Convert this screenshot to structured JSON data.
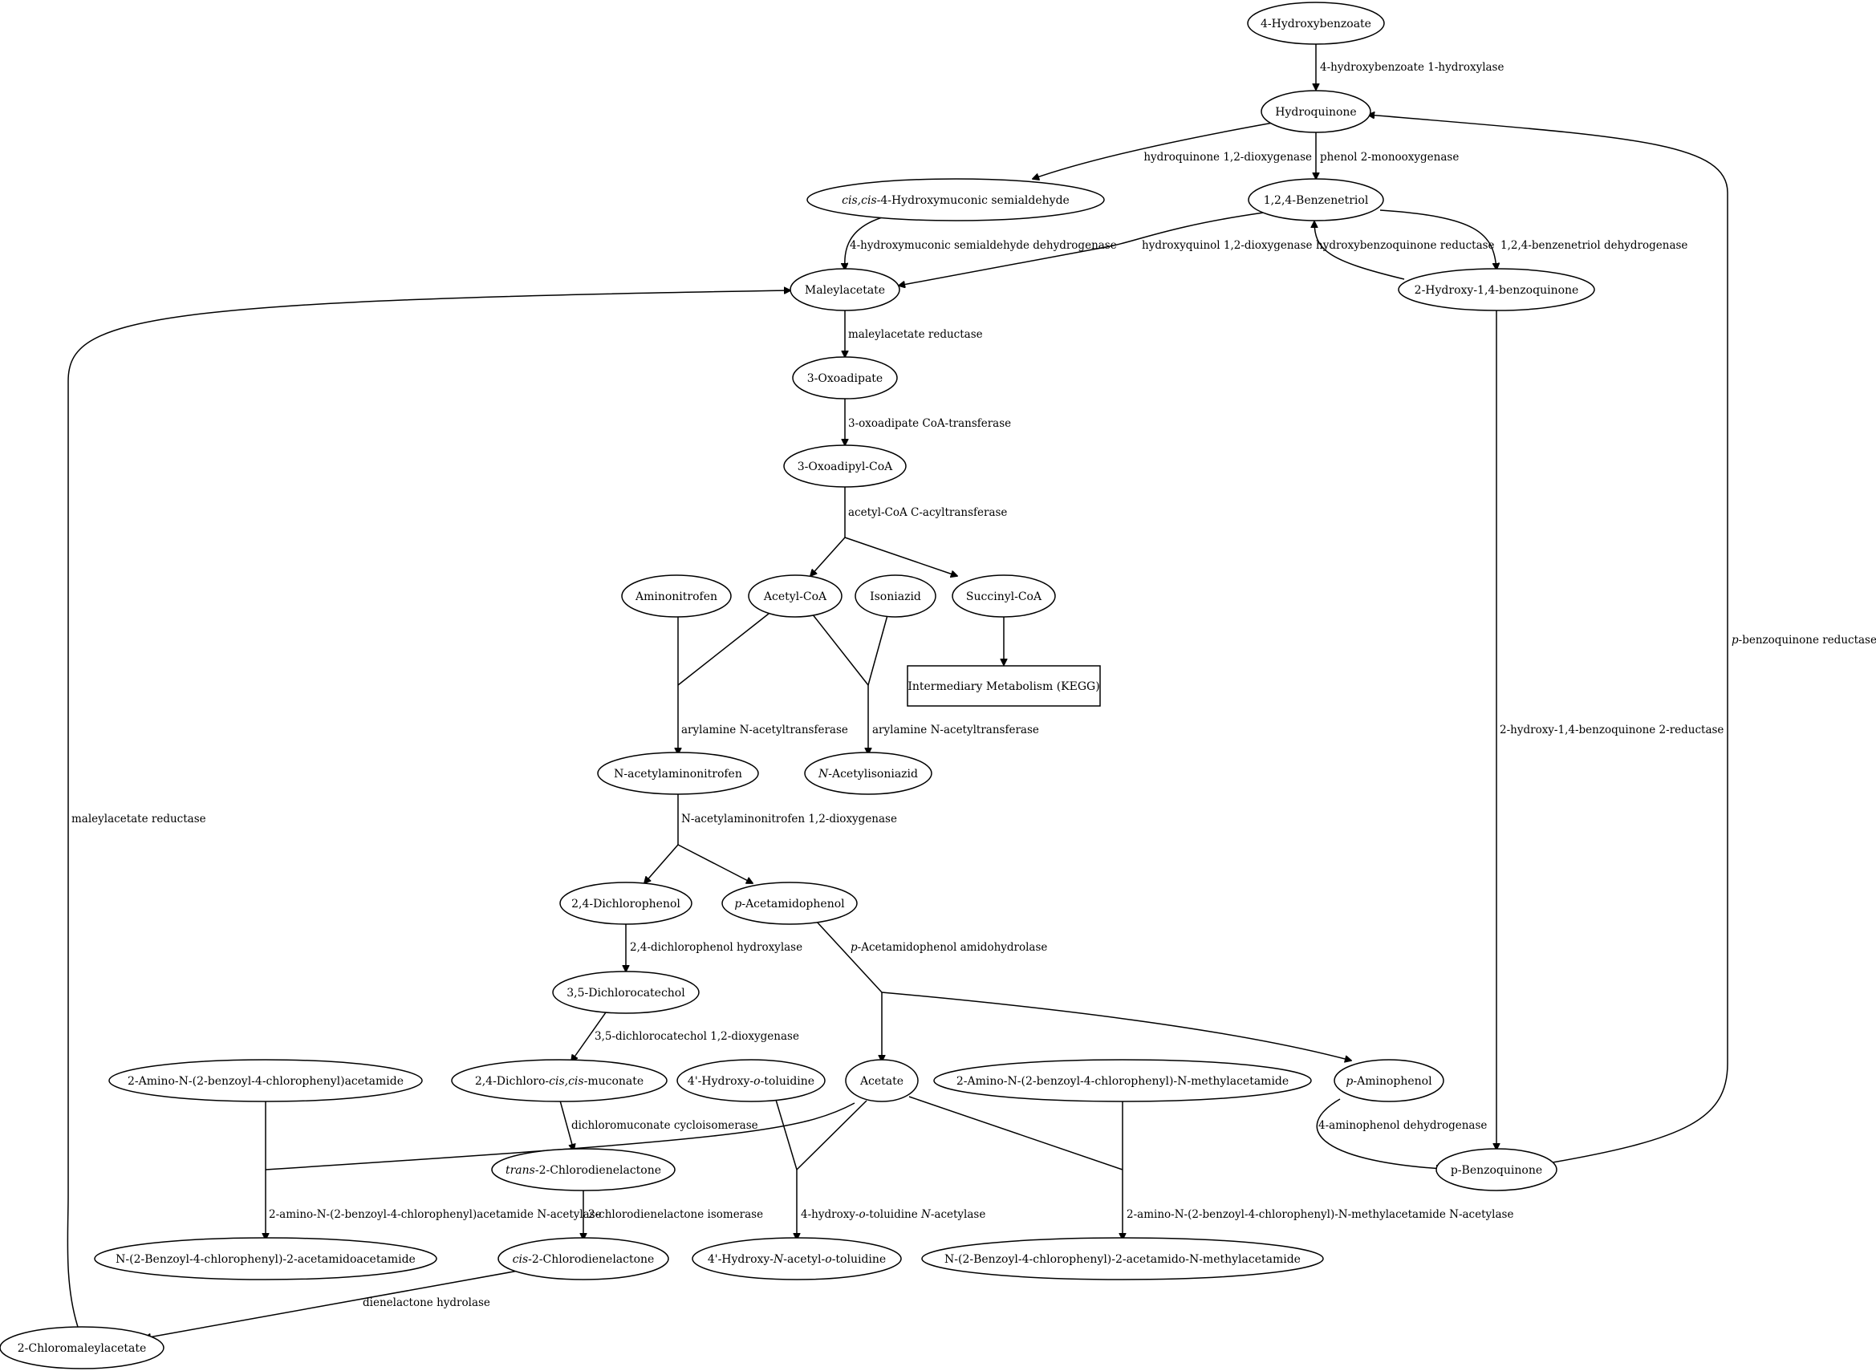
{
  "nodes": {
    "hydroxybenzoate": [
      {
        "t": "4-Hydroxybenzoate"
      }
    ],
    "hydroquinone": [
      {
        "t": "Hydroquinone"
      }
    ],
    "muconic_semialdehyde": [
      {
        "t": "cis,cis",
        "i": true
      },
      {
        "t": "-4-Hydroxymuconic semialdehyde"
      }
    ],
    "benzenetriol": [
      {
        "t": "1,2,4-Benzenetriol"
      }
    ],
    "maleylacetate": [
      {
        "t": "Maleylacetate"
      }
    ],
    "hydroxy_benzoquinone": [
      {
        "t": "2-Hydroxy-1,4-benzoquinone"
      }
    ],
    "oxoadipate": [
      {
        "t": "3-Oxoadipate"
      }
    ],
    "oxoadipyl_coa": [
      {
        "t": "3-Oxoadipyl-CoA"
      }
    ],
    "aminonitrofen": [
      {
        "t": "Aminonitrofen"
      }
    ],
    "acetyl_coa": [
      {
        "t": "Acetyl-CoA"
      }
    ],
    "isoniazid": [
      {
        "t": "Isoniazid"
      }
    ],
    "succinyl_coa": [
      {
        "t": "Succinyl-CoA"
      }
    ],
    "kegg": [
      {
        "t": "Intermediary Metabolism (KEGG)"
      }
    ],
    "acetylaminonitrofen": [
      {
        "t": "N-acetylaminonitrofen"
      }
    ],
    "acetylisoniazid": [
      {
        "t": "N",
        "i": true
      },
      {
        "t": "-Acetylisoniazid"
      }
    ],
    "dichlorophenol": [
      {
        "t": "2,4-Dichlorophenol"
      }
    ],
    "acetamidophenol": [
      {
        "t": "p",
        "i": true
      },
      {
        "t": "-Acetamidophenol"
      }
    ],
    "dichlorocatechol": [
      {
        "t": "3,5-Dichlorocatechol"
      }
    ],
    "amino_acetamide": [
      {
        "t": "2-Amino-N-(2-benzoyl-4-chlorophenyl)acetamide"
      }
    ],
    "dichloro_muconate": [
      {
        "t": "2,4-Dichloro-"
      },
      {
        "t": "cis,cis",
        "i": true
      },
      {
        "t": "-muconate"
      }
    ],
    "hydroxy_toluidine": [
      {
        "t": "4'-Hydroxy-"
      },
      {
        "t": "o",
        "i": true
      },
      {
        "t": "-toluidine"
      }
    ],
    "acetate": [
      {
        "t": "Acetate"
      }
    ],
    "amino_methylacetamide": [
      {
        "t": "2-Amino-N-(2-benzoyl-4-chlorophenyl)-N-methylacetamide"
      }
    ],
    "aminophenol": [
      {
        "t": "p",
        "i": true
      },
      {
        "t": "-Aminophenol"
      }
    ],
    "trans_chlorodienelactone": [
      {
        "t": "trans",
        "i": true
      },
      {
        "t": "-2-Chlorodienelactone"
      }
    ],
    "benzoquinone": [
      {
        "t": "p-Benzoquinone"
      }
    ],
    "benzoyl_acetamidoacetamide": [
      {
        "t": "N-(2-Benzoyl-4-chlorophenyl)-2-acetamidoacetamide"
      }
    ],
    "cis_chlorodienelactone": [
      {
        "t": "cis",
        "i": true
      },
      {
        "t": "-2-Chlorodienelactone"
      }
    ],
    "hydroxy_acetyl_toluidine": [
      {
        "t": "4'-Hydroxy-"
      },
      {
        "t": "N",
        "i": true
      },
      {
        "t": "-acetyl-"
      },
      {
        "t": "o",
        "i": true
      },
      {
        "t": "-toluidine"
      }
    ],
    "benzoyl_methylacetamide": [
      {
        "t": "N-(2-Benzoyl-4-chlorophenyl)-2-acetamido-N-methylacetamide"
      }
    ],
    "chloromaleylacetate": [
      {
        "t": "2-Chloromaleylacetate"
      }
    ]
  },
  "edge_labels": {
    "hydroxybenzoate_hydroxylase": [
      {
        "t": "4-hydroxybenzoate 1-hydroxylase"
      }
    ],
    "hydroquinone_dioxygenase": [
      {
        "t": "hydroquinone 1,2-dioxygenase"
      }
    ],
    "phenol_monooxygenase": [
      {
        "t": "phenol 2-monooxygenase"
      }
    ],
    "semialdehyde_dehydrogenase": [
      {
        "t": "4-hydroxymuconic semialdehyde dehydrogenase"
      }
    ],
    "hydroxyquinol_dioxygenase": [
      {
        "t": "hydroxyquinol 1,2-dioxygenase"
      }
    ],
    "hydroxybenzoquinone_reductase": [
      {
        "t": "hydroxybenzoquinone reductase"
      }
    ],
    "benzenetriol_dehydrogenase": [
      {
        "t": "1,2,4-benzenetriol dehydrogenase"
      }
    ],
    "maleylacetate_reductase_1": [
      {
        "t": "maleylacetate reductase"
      }
    ],
    "oxoadipate_transferase": [
      {
        "t": "3-oxoadipate CoA-transferase"
      }
    ],
    "acyltransferase": [
      {
        "t": "acetyl-CoA C-acyltransferase"
      }
    ],
    "arylamine_1": [
      {
        "t": "arylamine N-acetyltransferase"
      }
    ],
    "arylamine_2": [
      {
        "t": "arylamine N-acetyltransferase"
      }
    ],
    "nitrofen_dioxygenase": [
      {
        "t": "N-acetylaminonitrofen 1,2-dioxygenase"
      }
    ],
    "benzoquinone_2_reductase": [
      {
        "t": "2-hydroxy-1,4-benzoquinone 2-reductase"
      }
    ],
    "p_benzoquinone_reductase": [
      {
        "t": "p",
        "i": true
      },
      {
        "t": "-benzoquinone reductase"
      }
    ],
    "maleylacetate_reductase_2": [
      {
        "t": "maleylacetate reductase"
      }
    ],
    "dichlorophenol_hydroxylase": [
      {
        "t": "2,4-dichlorophenol hydroxylase"
      }
    ],
    "amidohydrolase": [
      {
        "t": "p",
        "i": true
      },
      {
        "t": "-Acetamidophenol amidohydrolase"
      }
    ],
    "dichlorocatechol_dioxygenase": [
      {
        "t": "3,5-dichlorocatechol 1,2-dioxygenase"
      }
    ],
    "cycloisomerase": [
      {
        "t": "dichloromuconate cycloisomerase"
      }
    ],
    "aminophenol_dehydrogenase": [
      {
        "t": "4-aminophenol dehydrogenase"
      }
    ],
    "acetamide_acetylase": [
      {
        "t": "2-amino-N-(2-benzoyl-4-chlorophenyl)acetamide N-acetylase"
      }
    ],
    "dienelactone_isomerase": [
      {
        "t": "2-chlorodienelactone isomerase"
      }
    ],
    "toluidine_acetylase": [
      {
        "t": "4-hydroxy-"
      },
      {
        "t": "o",
        "i": true
      },
      {
        "t": "-toluidine "
      },
      {
        "t": "N",
        "i": true
      },
      {
        "t": "-acetylase"
      }
    ],
    "methylacetamide_acetylase": [
      {
        "t": "2-amino-N-(2-benzoyl-4-chlorophenyl)-N-methylacetamide N-acetylase"
      }
    ],
    "dienelactone_hydrolase": [
      {
        "t": "dienelactone hydrolase"
      }
    ]
  }
}
